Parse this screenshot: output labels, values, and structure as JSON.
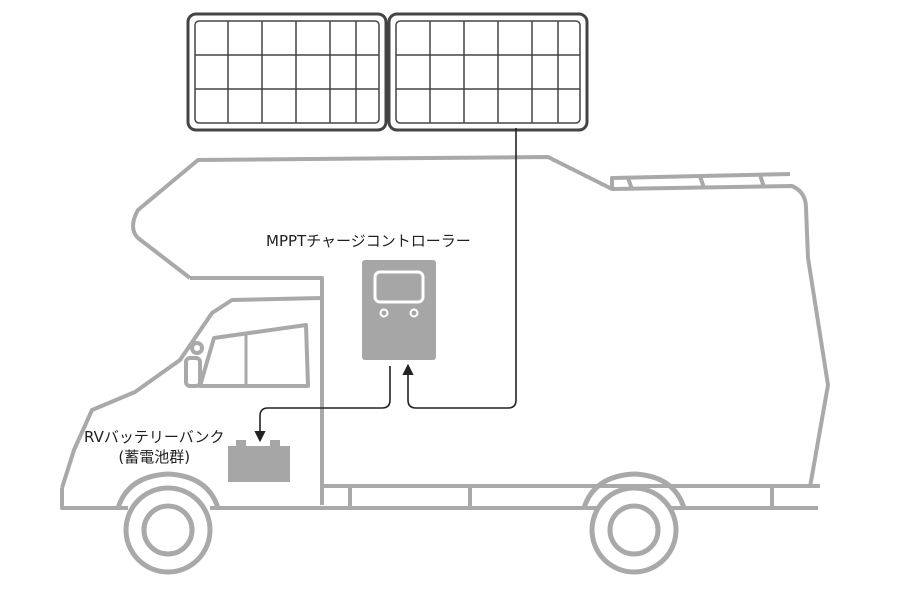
{
  "labels": {
    "controller": "MPPTチャージコントローラー",
    "battery_line1": "RVバッテリーバンク",
    "battery_line2": "(蓄電池群)"
  },
  "colors": {
    "outline": "#a9a9a9",
    "panel_frame": "#444444",
    "controller_fill": "#a6a6a6",
    "battery_fill": "#a6a6a6",
    "wire": "#222222"
  }
}
